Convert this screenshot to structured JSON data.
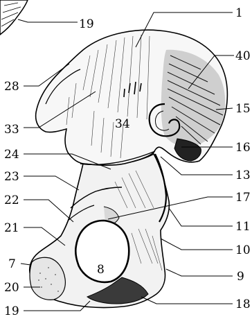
{
  "colors": {
    "ink": "#000000",
    "paper": "#ffffff",
    "bone_fill": "#f4f4f4",
    "shade": "#1a1a1a"
  },
  "labels": {
    "n1": "1",
    "n7": "7",
    "n8": "8",
    "n9": "9",
    "n10": "10",
    "n11": "11",
    "n13": "13",
    "n15": "15",
    "n16": "16",
    "n17": "17",
    "n18": "18",
    "n19_top": "19",
    "n19_bottom": "19",
    "n20": "20",
    "n21": "21",
    "n22": "22",
    "n23": "23",
    "n24": "24",
    "n28": "28",
    "n33": "33",
    "n34": "34",
    "n40": "40"
  }
}
